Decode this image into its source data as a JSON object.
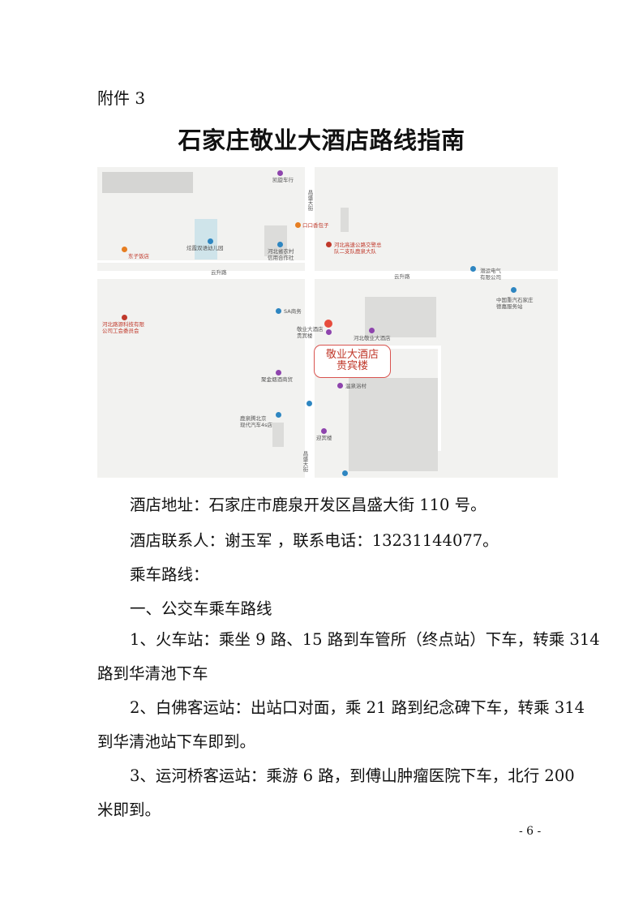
{
  "attachment_label": "附件 3",
  "title": "石家庄敬业大酒店路线指南",
  "map": {
    "callout": [
      "敬业大酒店",
      "贵宾楼"
    ],
    "labels": {
      "kaixuan": "凯旋车行",
      "changsheng_n": "昌盛大街",
      "koukou": "口口香包子",
      "kindergarten": "炫霞双语幼儿园",
      "xinyong": [
        "河北省农村",
        "信用合作社"
      ],
      "gaosu": [
        "河北高速公路交警总",
        "队二支队鹿泉大队"
      ],
      "donzi": "东子饭店",
      "yunsheng_w": "云升路",
      "yunsheng_e": "云升路",
      "qianyun": [
        "潜运电气",
        "有限公司"
      ],
      "zhongqi": [
        "中国重汽石家庄",
        "德嘉服务站"
      ],
      "sa": "SA商务",
      "ludao": [
        "河北路源科技有限",
        "公司工会委员会"
      ],
      "jingye_gbl": [
        "敬业大酒店",
        "贵宾楼"
      ],
      "jingye": "河北敬业大酒店",
      "jujin": "聚金烟酒商贸",
      "wenquan": "温泉浴村",
      "luquan": [
        "鹿泉腾北京",
        "现代汽车4s店"
      ],
      "yingbin": "迎宾楼",
      "changsheng_s": "昌盛大街"
    }
  },
  "paragraphs": {
    "address": "酒店地址：石家庄市鹿泉开发区昌盛大街 110 号。",
    "contact": "酒店联系人：谢玉军 ，联系电话：13231144077。",
    "routes": "乘车路线：",
    "bus": "一、公交车乘车路线",
    "r1a": "1、火车站：乘坐 9 路、15 路到车管所（终点站）下车，转乘 314",
    "r1b": "路到华清池下车",
    "r2a": "2、白佛客运站：出站口对面，乘 21 路到纪念碑下车，转乘 314",
    "r2b": "到华清池站下车即到。",
    "r3a": "3、运河桥客运站：乘游 6 路，到傅山肿瘤医院下车，北行 200",
    "r3b": "米即到。"
  },
  "page_number": "- 6 -",
  "colors": {
    "callout": "#d9534f",
    "poi_purple": "#8e44ad",
    "poi_red": "#e74c3c",
    "poi_orange": "#e67e22",
    "poi_blue": "#2e86c1"
  }
}
